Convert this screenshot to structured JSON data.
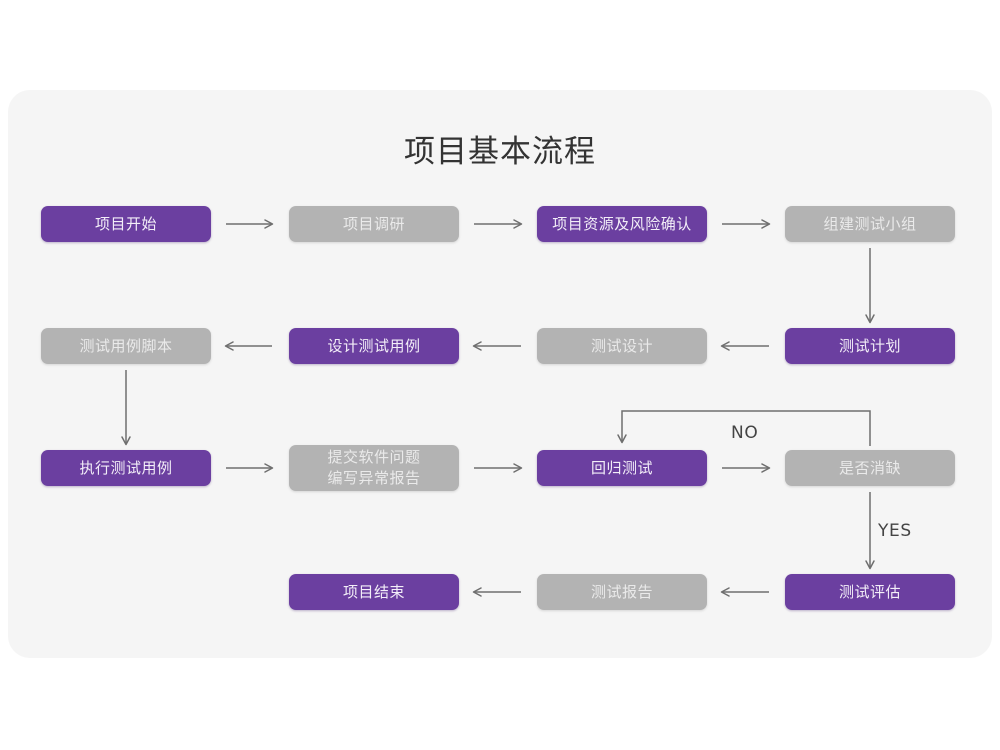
{
  "canvas": {
    "background": "#ffffff",
    "card_background": "#f5f5f5",
    "accent_purple": "#6b3fa0",
    "muted_gray": "#b3b3b3",
    "connector_color": "#6f6f6f"
  },
  "diagram": {
    "title": "项目基本流程",
    "type": "flowchart",
    "nodes": [
      {
        "id": "n1",
        "label": "项目开始",
        "style": "purple",
        "row": 1,
        "col": 1
      },
      {
        "id": "n2",
        "label": "项目调研",
        "style": "gray",
        "row": 1,
        "col": 2
      },
      {
        "id": "n3",
        "label": "项目资源及风险确认",
        "style": "purple",
        "row": 1,
        "col": 3
      },
      {
        "id": "n4",
        "label": "组建测试小组",
        "style": "gray",
        "row": 1,
        "col": 4
      },
      {
        "id": "n5",
        "label": "测试计划",
        "style": "purple",
        "row": 2,
        "col": 4
      },
      {
        "id": "n6",
        "label": "测试设计",
        "style": "gray",
        "row": 2,
        "col": 3
      },
      {
        "id": "n7",
        "label": "设计测试用例",
        "style": "purple",
        "row": 2,
        "col": 2
      },
      {
        "id": "n8",
        "label": "测试用例脚本",
        "style": "gray",
        "row": 2,
        "col": 1
      },
      {
        "id": "n9",
        "label": "执行测试用例",
        "style": "purple",
        "row": 3,
        "col": 1
      },
      {
        "id": "n10",
        "label": "提交软件问题\n编写异常报告",
        "style": "gray",
        "row": 3,
        "col": 2
      },
      {
        "id": "n11",
        "label": "回归测试",
        "style": "purple",
        "row": 3,
        "col": 3
      },
      {
        "id": "n12",
        "label": "是否消缺",
        "style": "gray",
        "row": 3,
        "col": 4
      },
      {
        "id": "n13",
        "label": "测试评估",
        "style": "purple",
        "row": 4,
        "col": 4
      },
      {
        "id": "n14",
        "label": "测试报告",
        "style": "gray",
        "row": 4,
        "col": 3
      },
      {
        "id": "n15",
        "label": "项目结束",
        "style": "purple",
        "row": 4,
        "col": 2
      }
    ],
    "edges": [
      {
        "from": "n1",
        "to": "n2",
        "direction": "right",
        "label": ""
      },
      {
        "from": "n2",
        "to": "n3",
        "direction": "right",
        "label": ""
      },
      {
        "from": "n3",
        "to": "n4",
        "direction": "right",
        "label": ""
      },
      {
        "from": "n4",
        "to": "n5",
        "direction": "down",
        "label": ""
      },
      {
        "from": "n5",
        "to": "n6",
        "direction": "left",
        "label": ""
      },
      {
        "from": "n6",
        "to": "n7",
        "direction": "left",
        "label": ""
      },
      {
        "from": "n7",
        "to": "n8",
        "direction": "left",
        "label": ""
      },
      {
        "from": "n8",
        "to": "n9",
        "direction": "down",
        "label": ""
      },
      {
        "from": "n9",
        "to": "n10",
        "direction": "right",
        "label": ""
      },
      {
        "from": "n10",
        "to": "n11",
        "direction": "right",
        "label": ""
      },
      {
        "from": "n11",
        "to": "n12",
        "direction": "right",
        "label": ""
      },
      {
        "from": "n12",
        "to": "n11",
        "direction": "loop-up-left",
        "label": "NO"
      },
      {
        "from": "n12",
        "to": "n13",
        "direction": "down",
        "label": "YES"
      },
      {
        "from": "n13",
        "to": "n14",
        "direction": "left",
        "label": ""
      },
      {
        "from": "n14",
        "to": "n15",
        "direction": "left",
        "label": ""
      }
    ],
    "edge_labels": {
      "no": "NO",
      "yes": "YES"
    }
  }
}
